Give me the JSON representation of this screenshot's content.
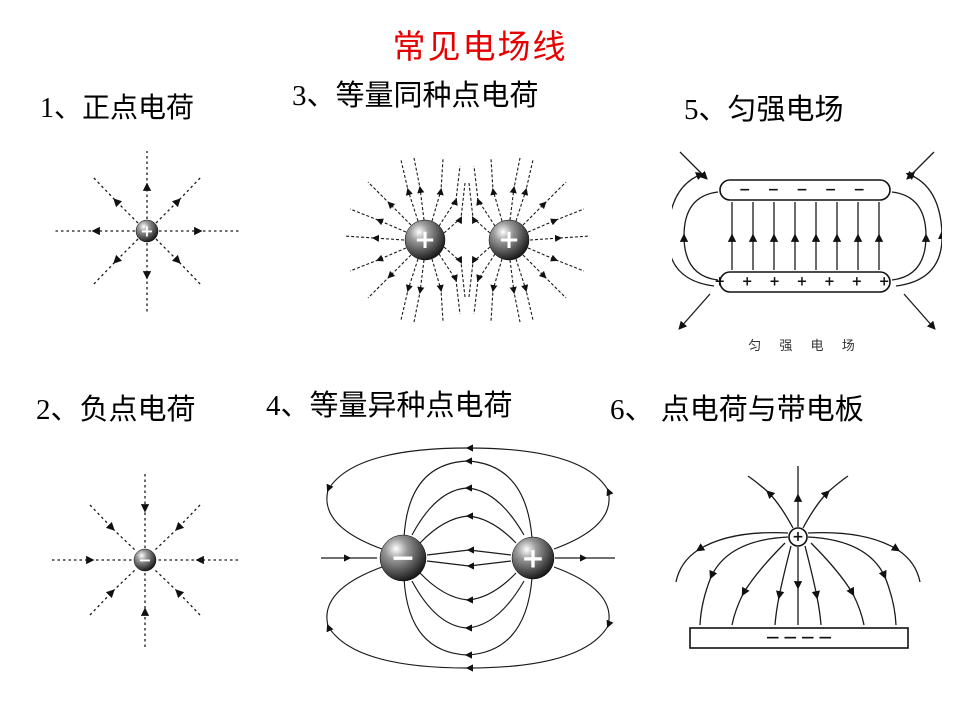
{
  "title": "常见电场线",
  "items": {
    "d1": {
      "label": "1、正点电荷",
      "sign": "+"
    },
    "d2": {
      "label": "2、负点电荷",
      "sign": "−"
    },
    "d3": {
      "label": "3、等量同种点电荷",
      "left_sign": "+",
      "right_sign": "+"
    },
    "d4": {
      "label": "4、等量异种点电荷",
      "left_sign": "−",
      "right_sign": "+"
    },
    "d5": {
      "label": "5、匀强电场",
      "caption": "匀 强 电 场",
      "top_plate_signs": "−  −  −  −  −",
      "bottom_plate_signs": "+ + + + + + +"
    },
    "d6": {
      "label": "6、 点电荷与带电板",
      "charge_sign": "+",
      "plate_signs": "—    —    —    —"
    }
  },
  "colors": {
    "title": "#e60000",
    "line": "#1a1a1a",
    "background": "#ffffff"
  }
}
